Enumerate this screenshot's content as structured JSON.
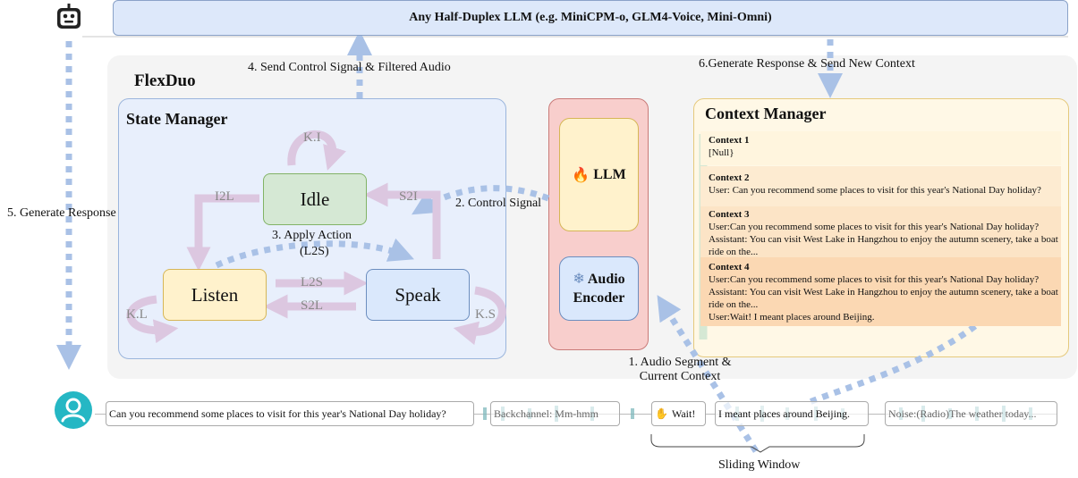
{
  "llm_header": {
    "title": "Any Half-Duplex LLM (e.g. MiniCPM-o, GLM4-Voice, Mini-Omni)"
  },
  "flexduo": {
    "title": "FlexDuo",
    "state_manager": {
      "title": "State Manager",
      "states": {
        "idle": "Idle",
        "listen": "Listen",
        "speak": "Speak"
      },
      "transitions": {
        "ki": "K.I",
        "i2l": "I2L",
        "s2i": "S2I",
        "kl": "K.L",
        "ks": "K.S",
        "l2s": "L2S",
        "s2l": "S2L"
      },
      "apply_action": "3. Apply Action",
      "apply_action_sub": "(L2S)"
    },
    "llm_label": "LLM",
    "encoder_label_1": "Audio",
    "encoder_label_2": "Encoder",
    "context_manager": {
      "title": "Context Manager",
      "entries": [
        {
          "title": "Context 1",
          "lines": [
            "[Null}"
          ]
        },
        {
          "title": "Context 2",
          "lines": [
            "User: Can you recommend some places to visit for this year's National Day holiday?"
          ]
        },
        {
          "title": "Context 3",
          "lines": [
            "User:Can you recommend some places to visit for this year's National Day holiday?",
            "Assistant: You can visit West Lake in Hangzhou to enjoy the autumn scenery, take a boat ride on the..."
          ]
        },
        {
          "title": "Context 4",
          "lines": [
            "User:Can you recommend some places to visit for this year's National Day holiday?",
            "Assistant: You can visit West Lake in Hangzhou to enjoy the autumn scenery, take a boat ride on the...",
            "User:Wait! I meant places around Beijing."
          ]
        }
      ]
    }
  },
  "edges": {
    "send_control": "4. Send Control Signal & Filtered Audio",
    "generate_send": "6.Generate Response & Send New Context",
    "generate_response": "5. Generate Response",
    "control_signal": "2. Control Signal",
    "audio_segment_1": "1. Audio Segment &",
    "audio_segment_2": "Current Context",
    "sliding_window": "Sliding Window"
  },
  "stream": {
    "utterance1": "Can you recommend some places to visit for this year's National Day holiday?",
    "backchannel": "Backchannel: Mm-hmm",
    "wait": "Wait!",
    "utterance2": "I meant places around Beijing.",
    "noise": "Noise:(Radio)The weather today..."
  },
  "colors": {
    "arrow_blue": "#a9c1e6",
    "arrow_purple": "#dcc7e0",
    "wave_teal": "#7fb9bd"
  },
  "icons": [
    "robot-icon",
    "fire-icon",
    "snowflake-icon",
    "user-avatar-icon"
  ]
}
